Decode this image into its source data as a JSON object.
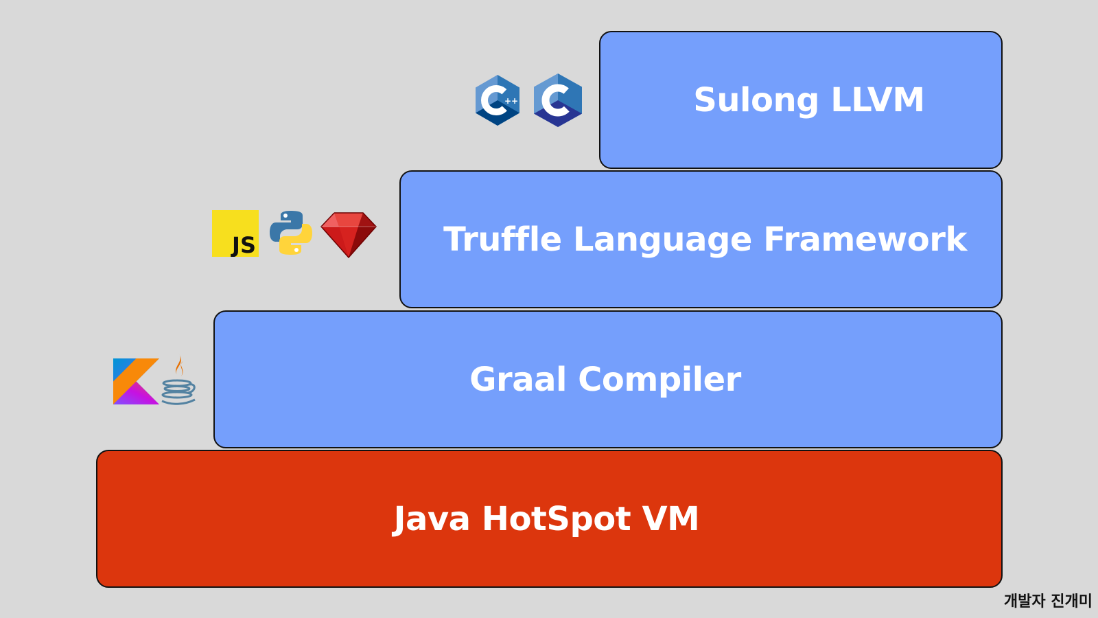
{
  "layers": {
    "sulong": {
      "label": "Sulong LLVM"
    },
    "truffle": {
      "label": "Truffle Language Framework"
    },
    "graal": {
      "label": "Graal Compiler"
    },
    "hotspot": {
      "label": "Java HotSpot VM"
    }
  },
  "icons": {
    "cpp": {
      "name": "cpp-logo-icon",
      "text": "++"
    },
    "c": {
      "name": "c-logo-icon"
    },
    "js": {
      "name": "javascript-logo-icon",
      "text": "JS"
    },
    "python": {
      "name": "python-logo-icon"
    },
    "ruby": {
      "name": "ruby-logo-icon"
    },
    "kotlin": {
      "name": "kotlin-logo-icon"
    },
    "java": {
      "name": "java-logo-icon"
    }
  },
  "colors": {
    "background": "#d9d9d9",
    "layer_blue": "#759ffc",
    "layer_red": "#dc360d",
    "js_yellow": "#f7df1e"
  },
  "watermark": "개발자 진개미"
}
